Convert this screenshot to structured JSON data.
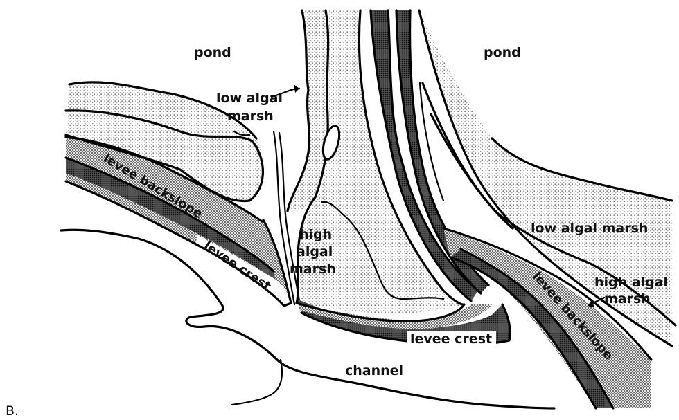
{
  "figure_label": "B.",
  "labels": {
    "pond_left": "pond",
    "pond_right": "pond",
    "low_algal_marsh_top_line1": "low algal",
    "low_algal_marsh_top_line2": "marsh",
    "levee_backslope_left": "levee backslope",
    "levee_crest_left": "levee crest",
    "high_algal_marsh_line1": "high",
    "high_algal_marsh_line2": "algal",
    "high_algal_marsh_line3": "marsh",
    "levee_crest_center": "levee crest",
    "channel": "channel",
    "low_algal_marsh_right": "low algal marsh",
    "high_algal_marsh_right_line1": "high algal",
    "high_algal_marsh_right_line2": "marsh",
    "levee_backslope_right": "levee backslope"
  },
  "colors": {
    "ink": "#000000",
    "light_stipple": "#d9d9d9",
    "medium_stipple": "#a8a8a8",
    "dark_band": "#3a3a3a",
    "background": "#ffffff"
  }
}
